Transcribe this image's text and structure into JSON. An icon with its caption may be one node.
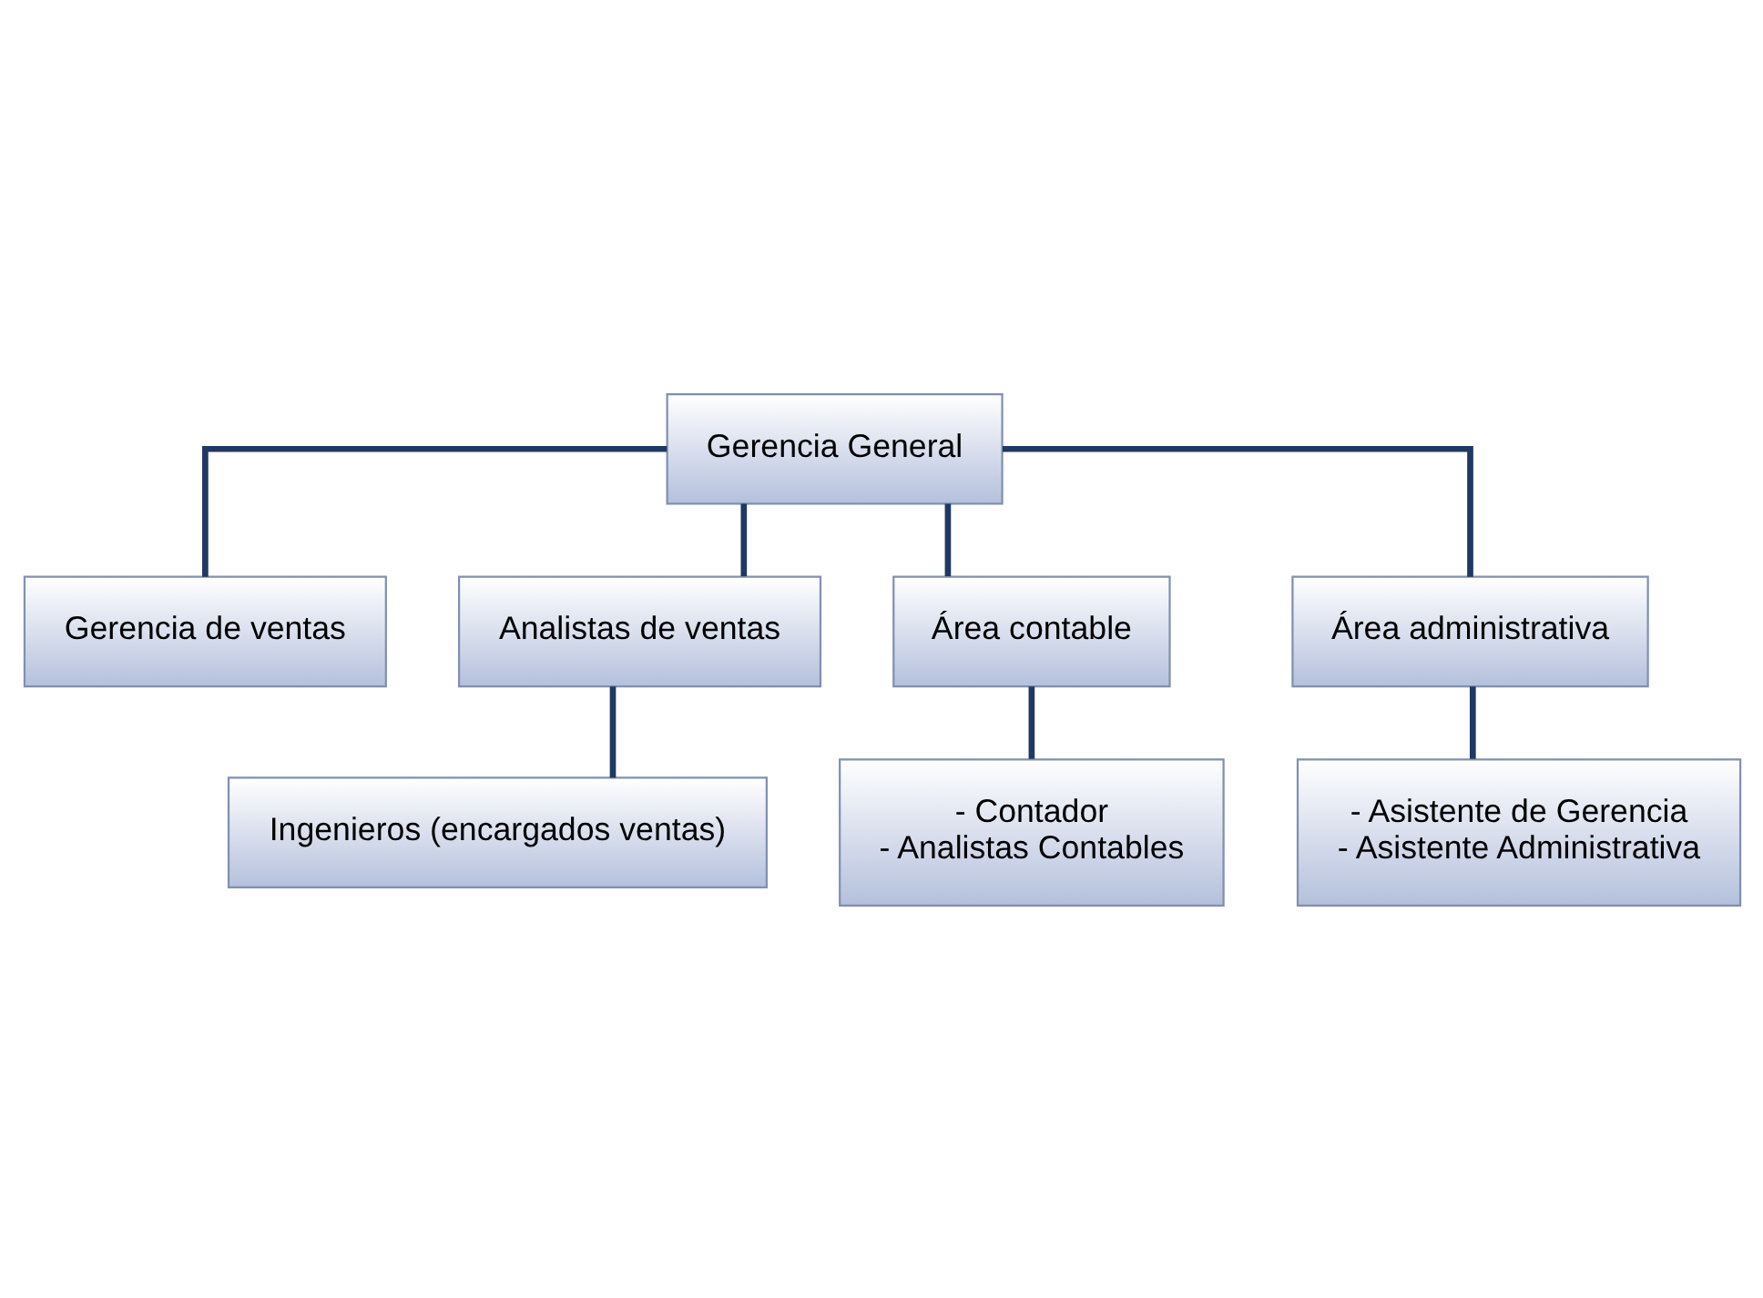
{
  "diagram": {
    "nodes": [
      {
        "text": [
          "Gerencia General"
        ]
      },
      {
        "text": [
          "Gerencia de ventas"
        ]
      },
      {
        "text": [
          "Analistas de ventas"
        ]
      },
      {
        "text": [
          "Área contable"
        ]
      },
      {
        "text": [
          "Área administrativa"
        ]
      },
      {
        "text": [
          "Ingenieros (encargados ventas)"
        ]
      },
      {
        "text": [
          "- Contador",
          "- Analistas Contables"
        ]
      },
      {
        "text": [
          "- Asistente de Gerencia",
          "- Asistente Administrativa"
        ]
      }
    ],
    "edges": [
      {
        "from": 0,
        "to": 1,
        "arrow": "none"
      },
      {
        "from": 0,
        "to": 2,
        "arrow": "none"
      },
      {
        "from": 0,
        "to": 3,
        "arrow": "none"
      },
      {
        "from": 0,
        "to": 4,
        "arrow": "none"
      },
      {
        "from": 2,
        "to": 5,
        "arrow": "none"
      },
      {
        "from": 3,
        "to": 6,
        "arrow": "none"
      },
      {
        "from": 4,
        "to": 7,
        "arrow": "none"
      }
    ]
  }
}
